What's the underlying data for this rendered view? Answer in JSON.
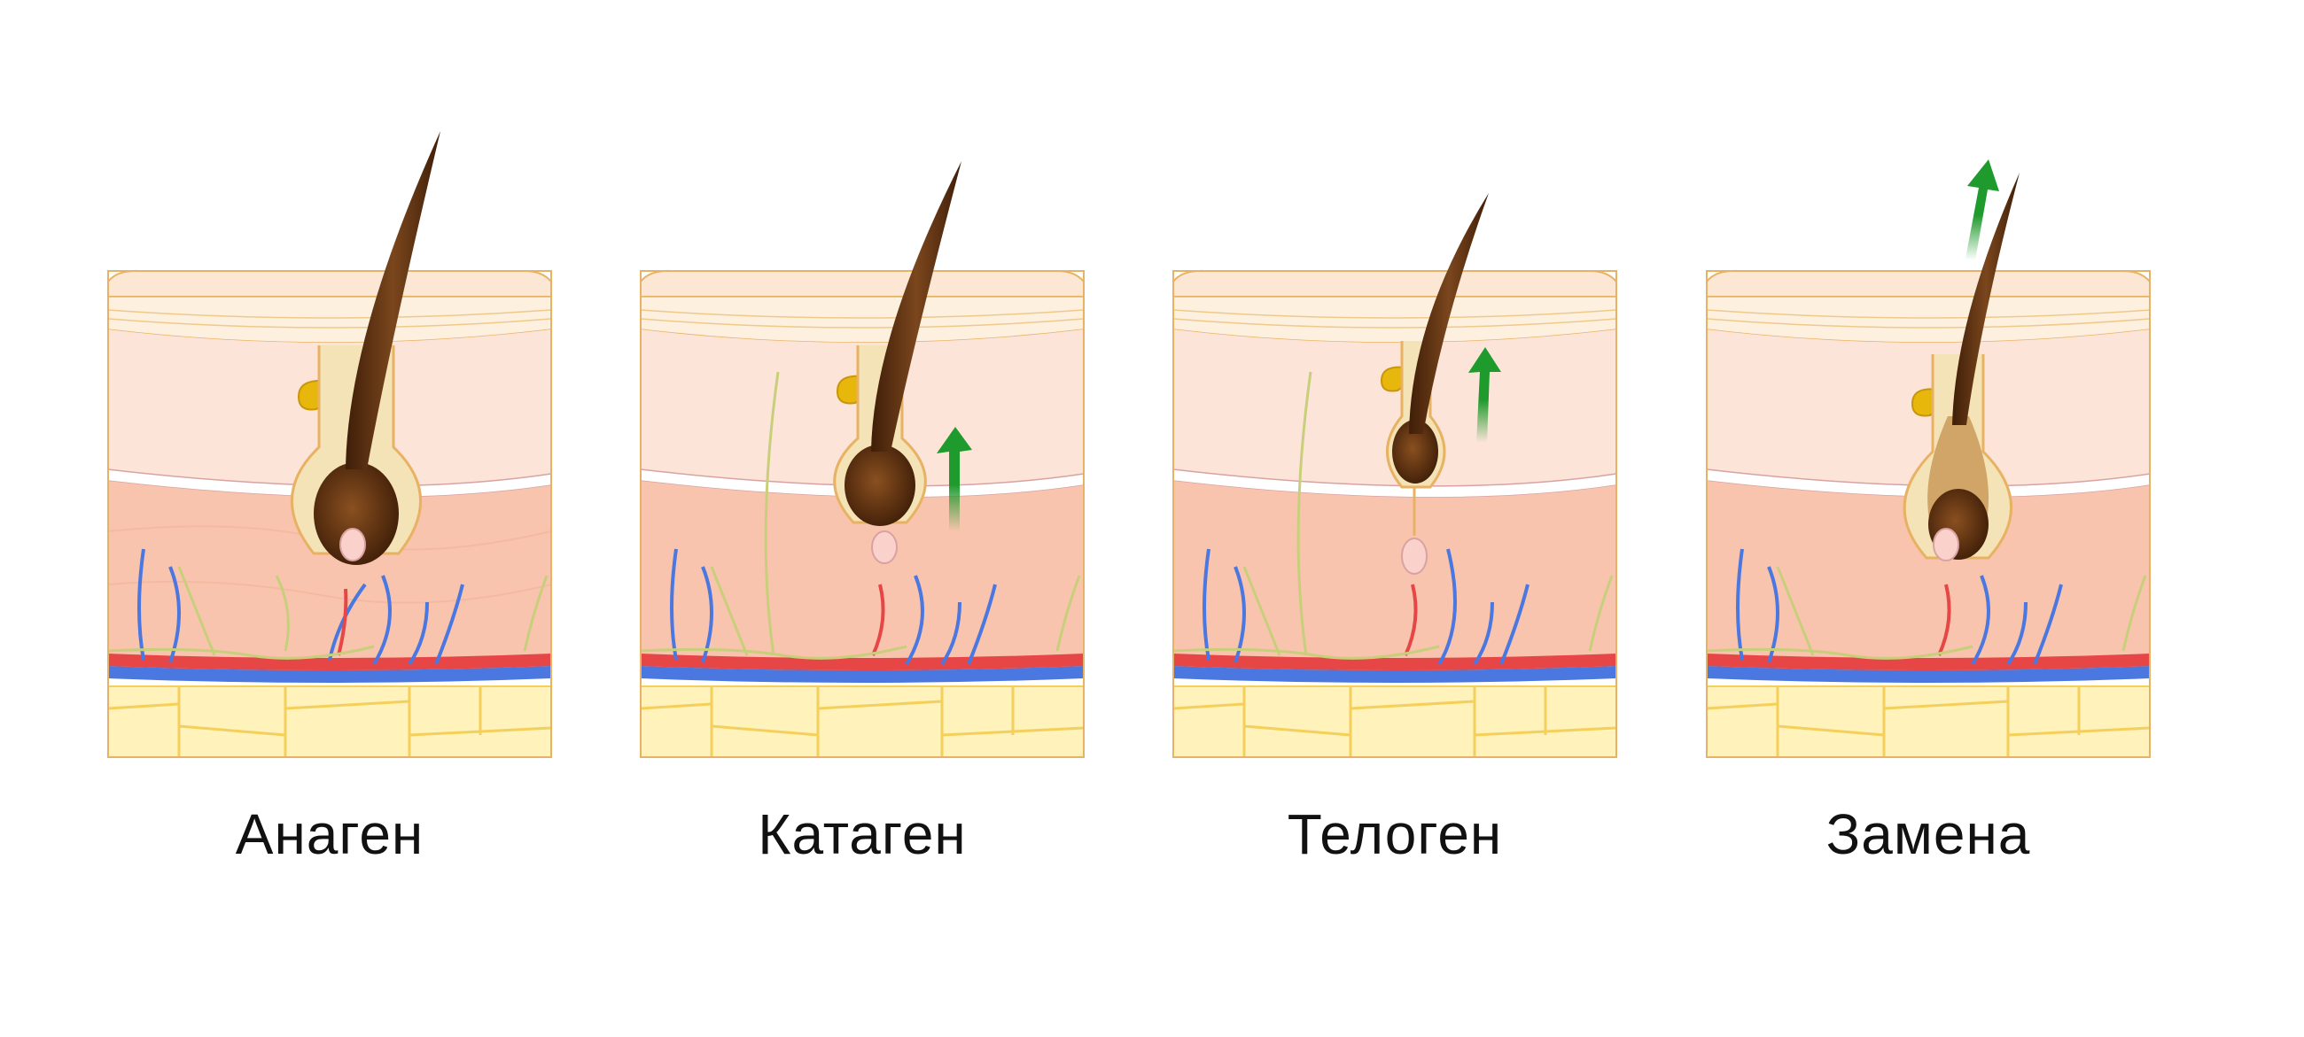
{
  "diagram": {
    "stages": [
      {
        "name": "Анаген"
      },
      {
        "name": "Катаген"
      },
      {
        "name": "Телоген"
      },
      {
        "name": "Замена"
      }
    ]
  },
  "colors": {
    "epidermis": "#fbe7d4",
    "dermis_upper": "#fde4d9",
    "dermis_lower": "#f8c4ad",
    "fat": "#fff2ba",
    "fat_line": "#f4cf5b",
    "outline": "#e8b265",
    "hair": "#6b3a17",
    "hair_dark": "#3f1e08",
    "gland": "#e7b70c",
    "artery": "#e64646",
    "vein": "#4a77e0",
    "nerve": "#c8cf7a",
    "papilla": "#fbd2cb",
    "arrow": "#1f9a2c"
  }
}
